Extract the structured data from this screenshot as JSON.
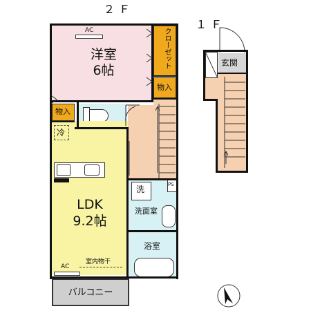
{
  "floors": {
    "second": "２Ｆ",
    "first": "１Ｆ"
  },
  "rooms": {
    "western_room_name": "洋室",
    "western_room_size": "6帖",
    "closet": "クローゼット",
    "storage_upper": "物入",
    "storage_left": "物入",
    "fridge": "冷",
    "ldk_name": "LDK",
    "ldk_size": "9.2帖",
    "washer": "洗",
    "ps": "PS",
    "washroom": "洗面室",
    "bathroom": "浴室",
    "indoor_drying": "室内物干",
    "balcony": "バルコニー",
    "entrance": "玄関"
  },
  "ac": {
    "western": "AC",
    "ldk": "AC"
  },
  "colors": {
    "western_room": "#f8dfe3",
    "ldk": "#f8f4a4",
    "corridor": "#f6d1b1",
    "wet_area": "#d7f1f4",
    "storage": "#f0a81c",
    "balcony": "#cfcfcf",
    "entrance": "#d6d6d6"
  },
  "icons": {
    "compass": "north-arrow-icon"
  }
}
